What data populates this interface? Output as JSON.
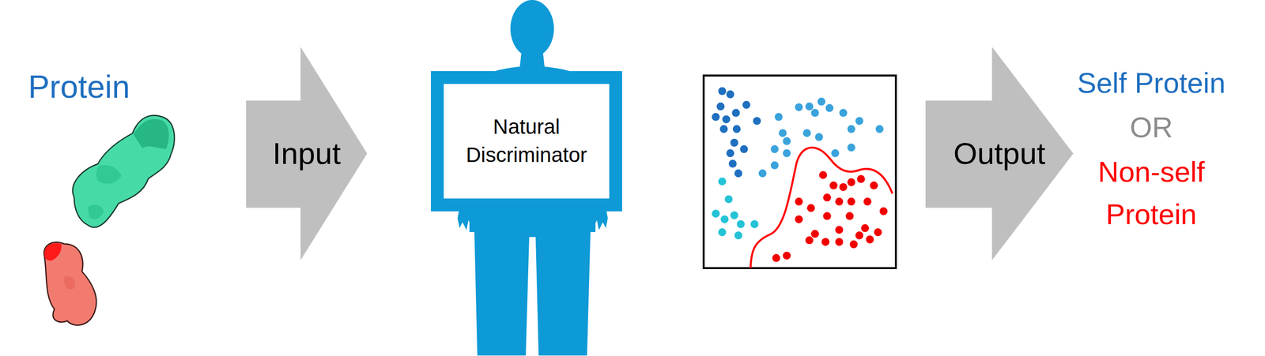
{
  "diagram": {
    "nodes": [
      {
        "text": [
          "Input"
        ]
      },
      {
        "text": [
          "Natural Discriminator"
        ]
      },
      {
        "text": [
          "Output"
        ]
      }
    ],
    "labels": [
      "Protein",
      "Self Protein",
      "OR",
      "Non-self Protein"
    ]
  }
}
